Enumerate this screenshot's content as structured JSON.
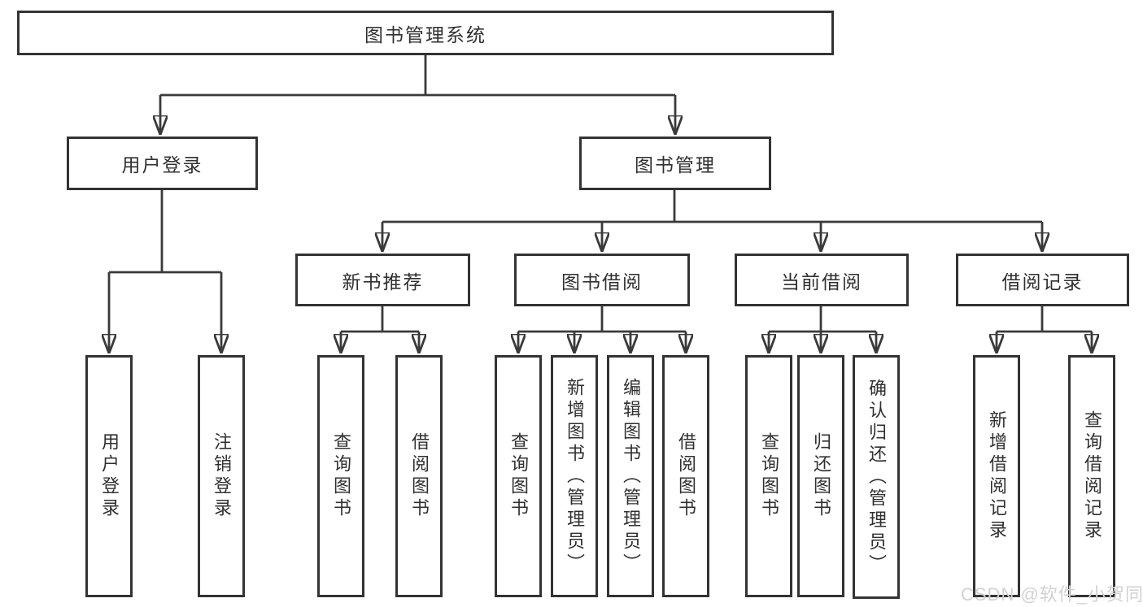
{
  "tree": {
    "root": "图书管理系统",
    "level2": [
      "用户登录",
      "图书管理"
    ],
    "level3": [
      "新书推荐",
      "图书借阅",
      "当前借阅",
      "借阅记录"
    ],
    "user_children": [
      "用户登录",
      "注销登录"
    ],
    "recommend_children": [
      "查询图书",
      "借阅图书"
    ],
    "borrow_children": [
      "查询图书",
      "新增图书（管理员）",
      "编辑图书（管理员）",
      "借阅图书"
    ],
    "current_children": [
      "查询图书",
      "归还图书",
      "确认归还（管理员）"
    ],
    "record_children": [
      "新增借阅记录",
      "查询借阅记录"
    ]
  },
  "watermark": {
    "text": "CSDN @软件_小贺同学"
  },
  "colors": {
    "line": "#3a3a3a",
    "box_border": "#333333",
    "text": "#303030",
    "background": "#ffffff",
    "watermark": "#d2d2d2"
  }
}
